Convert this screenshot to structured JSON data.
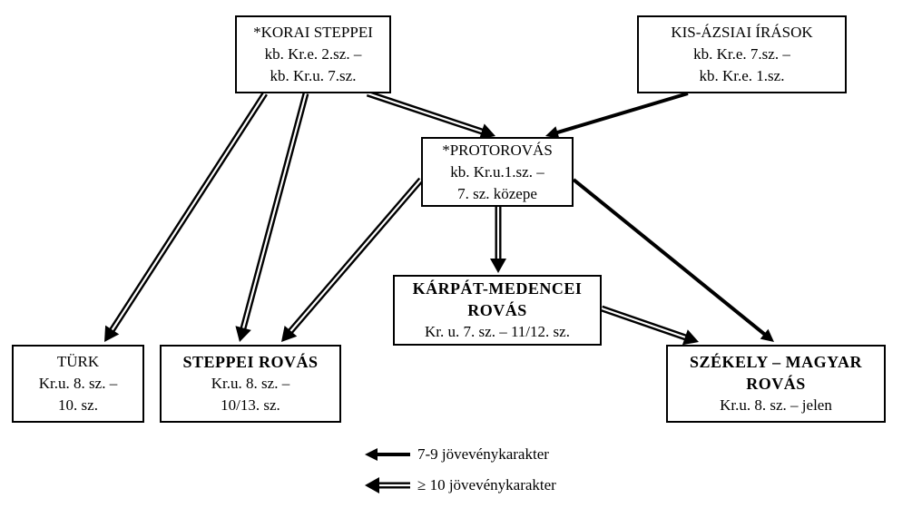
{
  "nodes": {
    "korai": {
      "title": "*KORAI STEPPEI",
      "line1": "kb. Kr.e. 2.sz. –",
      "line2": "kb. Kr.u. 7.sz."
    },
    "kisazsiai": {
      "title": "KIS-ÁZSIAI ÍRÁSOK",
      "line1": "kb. Kr.e. 7.sz. –",
      "line2": "kb. Kr.e. 1.sz."
    },
    "protorovas": {
      "title": "*PROTOROVÁS",
      "line1": "kb. Kr.u.1.sz. –",
      "line2": "7. sz. közepe"
    },
    "karpat": {
      "title1": "KÁRPÁT-MEDENCEI",
      "title2": "ROVÁS",
      "line1": "Kr. u. 7. sz. – 11/12. sz."
    },
    "turk": {
      "title": "TÜRK",
      "line1": "Kr.u. 8. sz. –",
      "line2": "10. sz."
    },
    "steppei": {
      "title": "STEPPEI ROVÁS",
      "line1": "Kr.u. 8. sz. –",
      "line2": "10/13. sz."
    },
    "szekely": {
      "title1": "SZÉKELY – MAGYAR",
      "title2": "ROVÁS",
      "line1": "Kr.u. 8. sz. – jelen"
    }
  },
  "edges": [
    {
      "from": "korai",
      "to": "turk",
      "type": "double"
    },
    {
      "from": "korai",
      "to": "steppei",
      "type": "double"
    },
    {
      "from": "korai",
      "to": "protorovas",
      "type": "double"
    },
    {
      "from": "kisazsiai",
      "to": "protorovas",
      "type": "single"
    },
    {
      "from": "protorovas",
      "to": "steppei",
      "type": "double"
    },
    {
      "from": "protorovas",
      "to": "karpat",
      "type": "double"
    },
    {
      "from": "protorovas",
      "to": "szekely",
      "type": "single"
    },
    {
      "from": "karpat",
      "to": "szekely",
      "type": "double"
    }
  ],
  "legend": {
    "single_label": "7-9 jövevénykarakter",
    "double_label": "≥ 10 jövevénykarakter"
  },
  "colors": {
    "line": "#000000",
    "background": "#ffffff"
  }
}
